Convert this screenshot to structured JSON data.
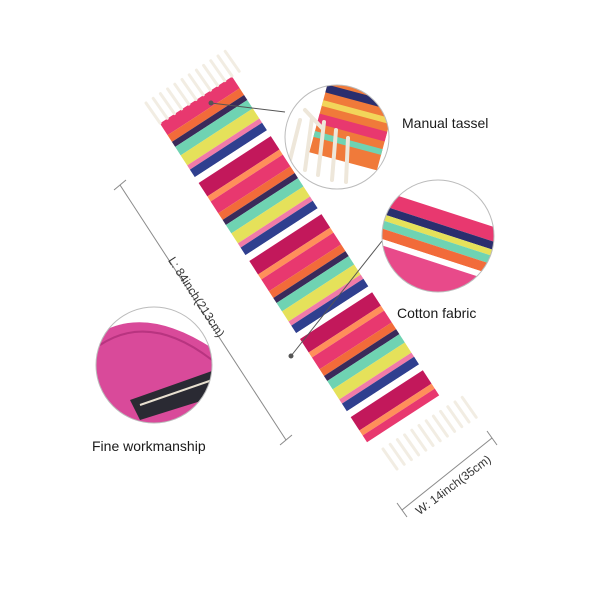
{
  "callouts": {
    "tassel": "Manual tassel",
    "cotton": "Cotton fabric",
    "fine": "Fine workmanship"
  },
  "dimensions": {
    "length": "L: 84inch(213cm)",
    "width": "W: 14inch(35cm)"
  },
  "colors": {
    "stripes": [
      "#e8386f",
      "#f26b3a",
      "#3a2a5a",
      "#6fd3b2",
      "#e5e15a",
      "#f07aa8",
      "#2f3f8f",
      "#ffffff",
      "#c2185b",
      "#ff8f5a"
    ],
    "fringe": "#f2ede3",
    "leader": "#555555"
  }
}
